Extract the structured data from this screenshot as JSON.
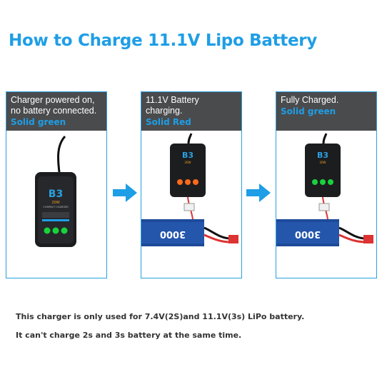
{
  "title": "How to Charge 11.1V Lipo Battery",
  "steps": [
    {
      "description": "Charger powered on,\nno battery connected.",
      "status": "Solid green",
      "led_color": "#19d23c"
    },
    {
      "description": "11.1V Battery charging.",
      "status": "Solid Red",
      "led_color": "#ff6a1c"
    },
    {
      "description": "Fully Charged.",
      "status": "Solid green",
      "led_color": "#19d23c"
    }
  ],
  "charger": {
    "logo": "B3",
    "wattage": "20W",
    "name": "COMPACT CHARGER"
  },
  "battery": {
    "capacity_label": "3000"
  },
  "notes": [
    "This charger is only used for 7.4V(2S)and 11.1V(3s) LiPo battery.",
    "It can't charge 2s and 3s battery at the same time."
  ],
  "colors": {
    "accent": "#1e9ee6",
    "panel_header": "#4a4b4d",
    "charger_body": "#1c1d1f",
    "battery_wrap": "#1d4a9a"
  }
}
